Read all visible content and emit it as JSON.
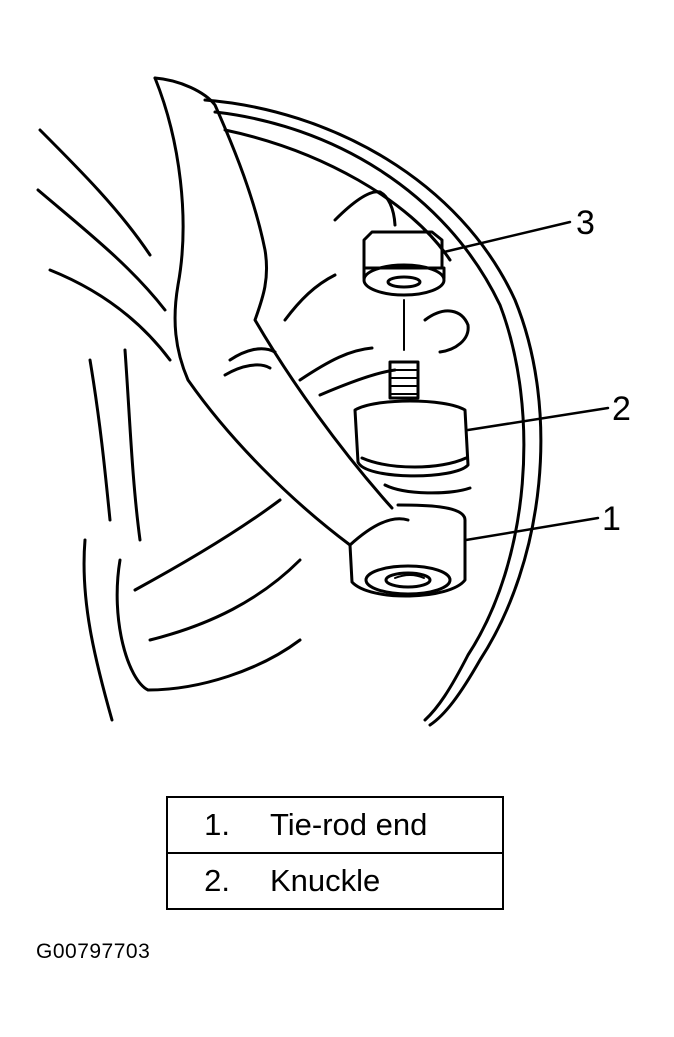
{
  "callouts": [
    {
      "number": "3",
      "part": "nut"
    },
    {
      "number": "2",
      "part": "knuckle"
    },
    {
      "number": "1",
      "part": "tie-rod end"
    }
  ],
  "legend": [
    {
      "number": "1.",
      "label": "Tie-rod end"
    },
    {
      "number": "2.",
      "label": "Knuckle"
    }
  ],
  "figure_id": "G00797703"
}
